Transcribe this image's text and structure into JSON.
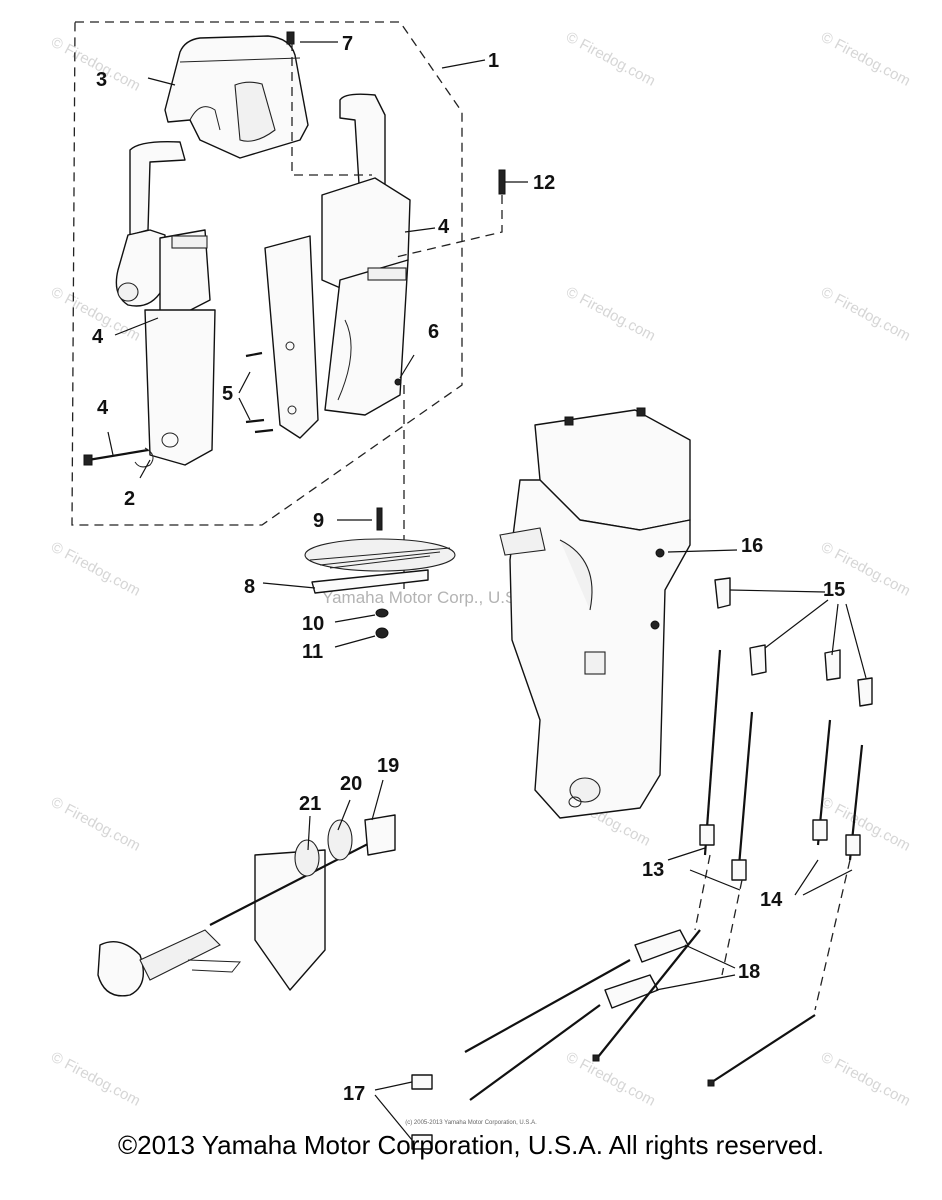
{
  "watermarks": {
    "corner_text": "© Firedog.com",
    "center_text": "Yamaha Motor Corp., U.S.A."
  },
  "callouts": [
    "1",
    "2",
    "3",
    "4",
    "4",
    "4",
    "5",
    "6",
    "7",
    "8",
    "9",
    "10",
    "11",
    "12",
    "13",
    "14",
    "15",
    "16",
    "17",
    "18",
    "19",
    "20",
    "21"
  ],
  "footer": {
    "copyright": "©2013 Yamaha Motor Corporation, U.S.A. All rights reserved.",
    "small_credit": "(c) 2005-2013 Yamaha Motor Corporation, U.S.A."
  }
}
